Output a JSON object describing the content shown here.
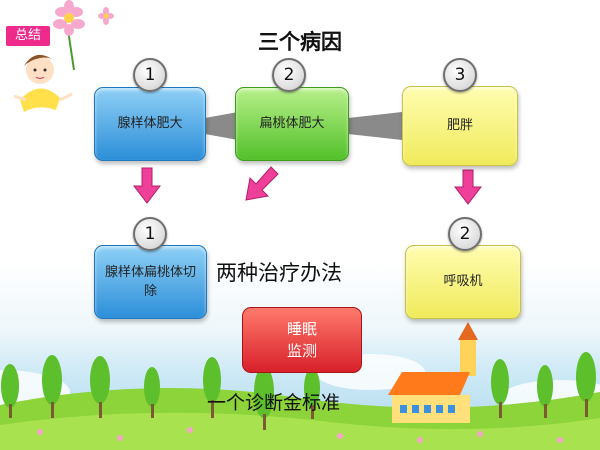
{
  "tag_label": "总结",
  "title": "三个病因",
  "causes": [
    {
      "number": "1",
      "label": "腺样体肥大"
    },
    {
      "number": "2",
      "label": "扁桃体肥大"
    },
    {
      "number": "3",
      "label": "肥胖"
    }
  ],
  "treatments": [
    {
      "number": "1",
      "label": "腺样体扁桃体切除"
    },
    {
      "number": "2",
      "label": "呼吸机"
    }
  ],
  "methods_label": "两种治疗办法",
  "monitor_label": "睡眠\n监测",
  "gold_standard_label": "一个诊断金标准",
  "colors": {
    "accent": "#ee2b8b",
    "blue": "#3a9be0",
    "green": "#5cc92f",
    "yellow": "#f4ee6a",
    "red": "#e02a30"
  }
}
